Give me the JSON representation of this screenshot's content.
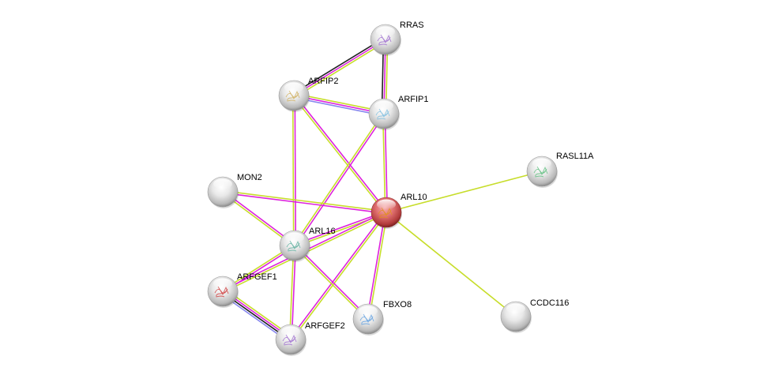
{
  "diagram": {
    "type": "protein-interaction-network",
    "query_node": "ARL10",
    "edge_colors": {
      "textmining": "#c7dd2a",
      "coexpression": "#dd22dd",
      "homology": "#222222",
      "database": "#8888ee"
    },
    "node_colors": {
      "query": "#e06060",
      "default": "#d8d8d8"
    },
    "nodes": [
      {
        "id": "RRAS",
        "label": "RRAS",
        "query": false,
        "structure_tint": "#a070d0"
      },
      {
        "id": "ARFIP2",
        "label": "ARFIP2",
        "query": false,
        "structure_tint": "#d0b060"
      },
      {
        "id": "ARFIP1",
        "label": "ARFIP1",
        "query": false,
        "structure_tint": "#80c0e0"
      },
      {
        "id": "RASL11A",
        "label": "RASL11A",
        "query": false,
        "structure_tint": "#60c080"
      },
      {
        "id": "MON2",
        "label": "MON2",
        "query": false,
        "structure_tint": ""
      },
      {
        "id": "ARL10",
        "label": "ARL10",
        "query": true,
        "structure_tint": "#e09020"
      },
      {
        "id": "ARL16",
        "label": "ARL16",
        "query": false,
        "structure_tint": "#60b0a0"
      },
      {
        "id": "ARFGEF1",
        "label": "ARFGEF1",
        "query": false,
        "structure_tint": "#d04040"
      },
      {
        "id": "FBXO8",
        "label": "FBXO8",
        "query": false,
        "structure_tint": "#60a0e0"
      },
      {
        "id": "CCDC116",
        "label": "CCDC116",
        "query": false,
        "structure_tint": ""
      },
      {
        "id": "ARFGEF2",
        "label": "ARFGEF2",
        "query": false,
        "structure_tint": "#a070d0"
      }
    ],
    "edges": [
      {
        "source": "RRAS",
        "target": "ARFIP2",
        "types": [
          "textmining",
          "coexpression",
          "homology"
        ]
      },
      {
        "source": "RRAS",
        "target": "ARFIP1",
        "types": [
          "textmining",
          "coexpression",
          "homology"
        ]
      },
      {
        "source": "ARFIP2",
        "target": "ARFIP1",
        "types": [
          "textmining",
          "coexpression",
          "database"
        ]
      },
      {
        "source": "ARFIP2",
        "target": "ARL16",
        "types": [
          "coexpression",
          "textmining"
        ]
      },
      {
        "source": "ARFIP2",
        "target": "ARL10",
        "types": [
          "coexpression",
          "textmining"
        ]
      },
      {
        "source": "ARFIP1",
        "target": "ARL10",
        "types": [
          "coexpression",
          "textmining"
        ]
      },
      {
        "source": "ARFIP1",
        "target": "ARL16",
        "types": [
          "coexpression",
          "textmining"
        ]
      },
      {
        "source": "MON2",
        "target": "ARL10",
        "types": [
          "textmining",
          "coexpression"
        ]
      },
      {
        "source": "MON2",
        "target": "ARL16",
        "types": [
          "coexpression",
          "textmining"
        ]
      },
      {
        "source": "ARL10",
        "target": "ARL16",
        "types": [
          "textmining",
          "coexpression"
        ]
      },
      {
        "source": "ARL10",
        "target": "ARFGEF1",
        "types": [
          "textmining",
          "coexpression"
        ]
      },
      {
        "source": "ARL10",
        "target": "ARFGEF2",
        "types": [
          "textmining",
          "coexpression"
        ]
      },
      {
        "source": "ARL10",
        "target": "FBXO8",
        "types": [
          "textmining",
          "coexpression"
        ]
      },
      {
        "source": "ARL10",
        "target": "RASL11A",
        "types": [
          "textmining"
        ]
      },
      {
        "source": "ARL10",
        "target": "CCDC116",
        "types": [
          "textmining"
        ]
      },
      {
        "source": "ARL16",
        "target": "ARFGEF1",
        "types": [
          "coexpression",
          "textmining"
        ]
      },
      {
        "source": "ARL16",
        "target": "ARFGEF2",
        "types": [
          "coexpression",
          "textmining"
        ]
      },
      {
        "source": "ARL16",
        "target": "FBXO8",
        "types": [
          "coexpression",
          "textmining"
        ]
      },
      {
        "source": "ARFGEF1",
        "target": "ARFGEF2",
        "types": [
          "textmining",
          "coexpression",
          "homology",
          "database"
        ]
      }
    ]
  }
}
